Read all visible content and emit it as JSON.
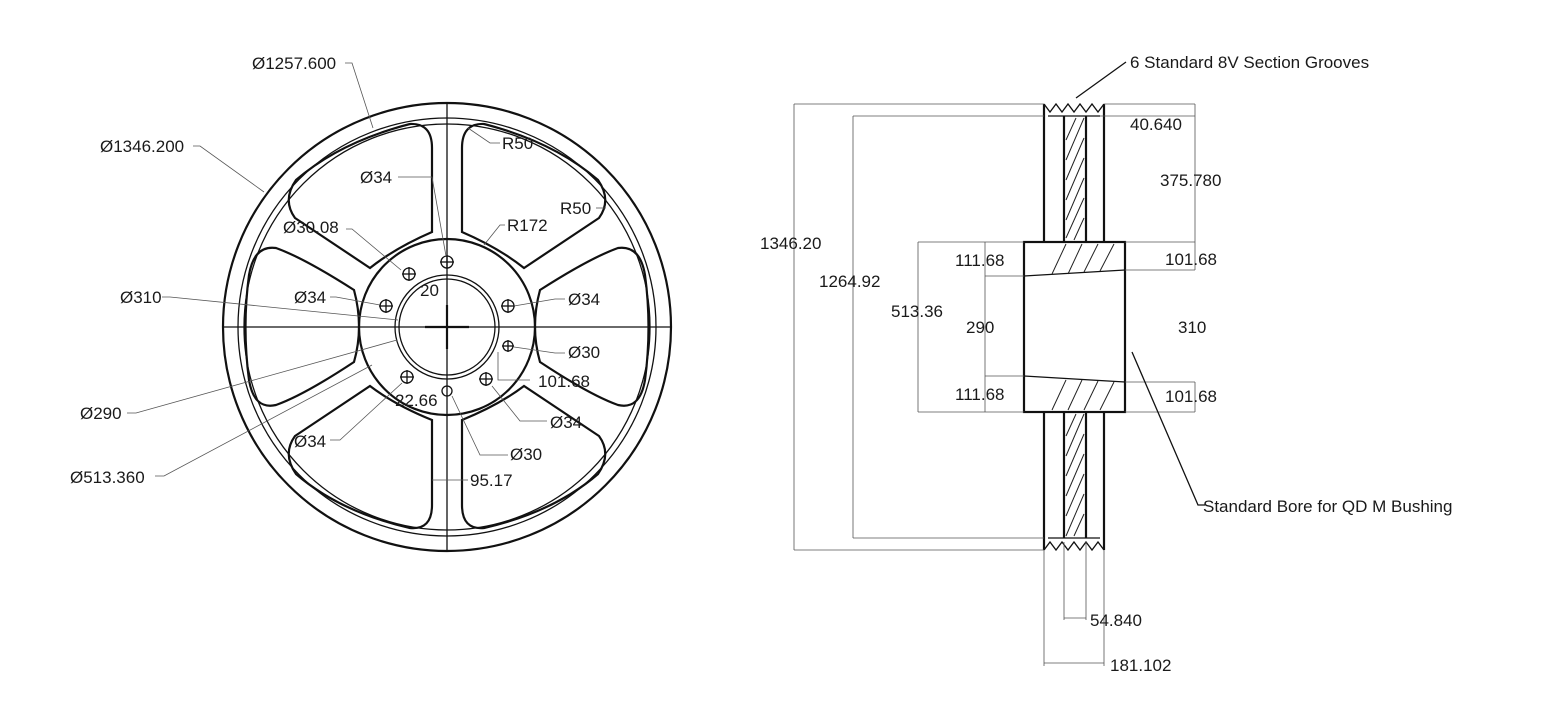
{
  "front_view": {
    "dia_outer": "Ø1346.200",
    "dia_pitch": "Ø1257.600",
    "dia_hub": "Ø513.360",
    "dia_310": "Ø310",
    "dia_290": "Ø290",
    "dia_30_08": "Ø30.08",
    "r_50_a": "R50",
    "r_50_b": "R50",
    "r_172": "R172",
    "hole_34_top": "Ø34",
    "hole_34_left": "Ø34",
    "hole_34_right": "Ø34",
    "hole_34_lower_right": "Ø34",
    "hole_34_lower_left": "Ø34",
    "hole_30_right": "Ø30",
    "hole_30_bottom": "Ø30",
    "dim_20": "20",
    "dim_22_66": "22.66",
    "dim_101_68": "101.68",
    "dim_95_17": "95.17"
  },
  "side_view": {
    "grooves_note": "6 Standard 8V Section Grooves",
    "bore_note": "Standard Bore for QD M Bushing",
    "dim_overall_dia": "1346.20",
    "dim_pitch_dia": "1264.92",
    "dim_hub_dia": "513.36",
    "dim_bore_290": "290",
    "dim_bore_310": "310",
    "dim_111_68_top": "111.68",
    "dim_111_68_bottom": "111.68",
    "dim_101_68_top": "101.68",
    "dim_101_68_bottom": "101.68",
    "dim_40_640": "40.640",
    "dim_375_780": "375.780",
    "dim_54_840": "54.840",
    "dim_181_102": "181.102"
  }
}
